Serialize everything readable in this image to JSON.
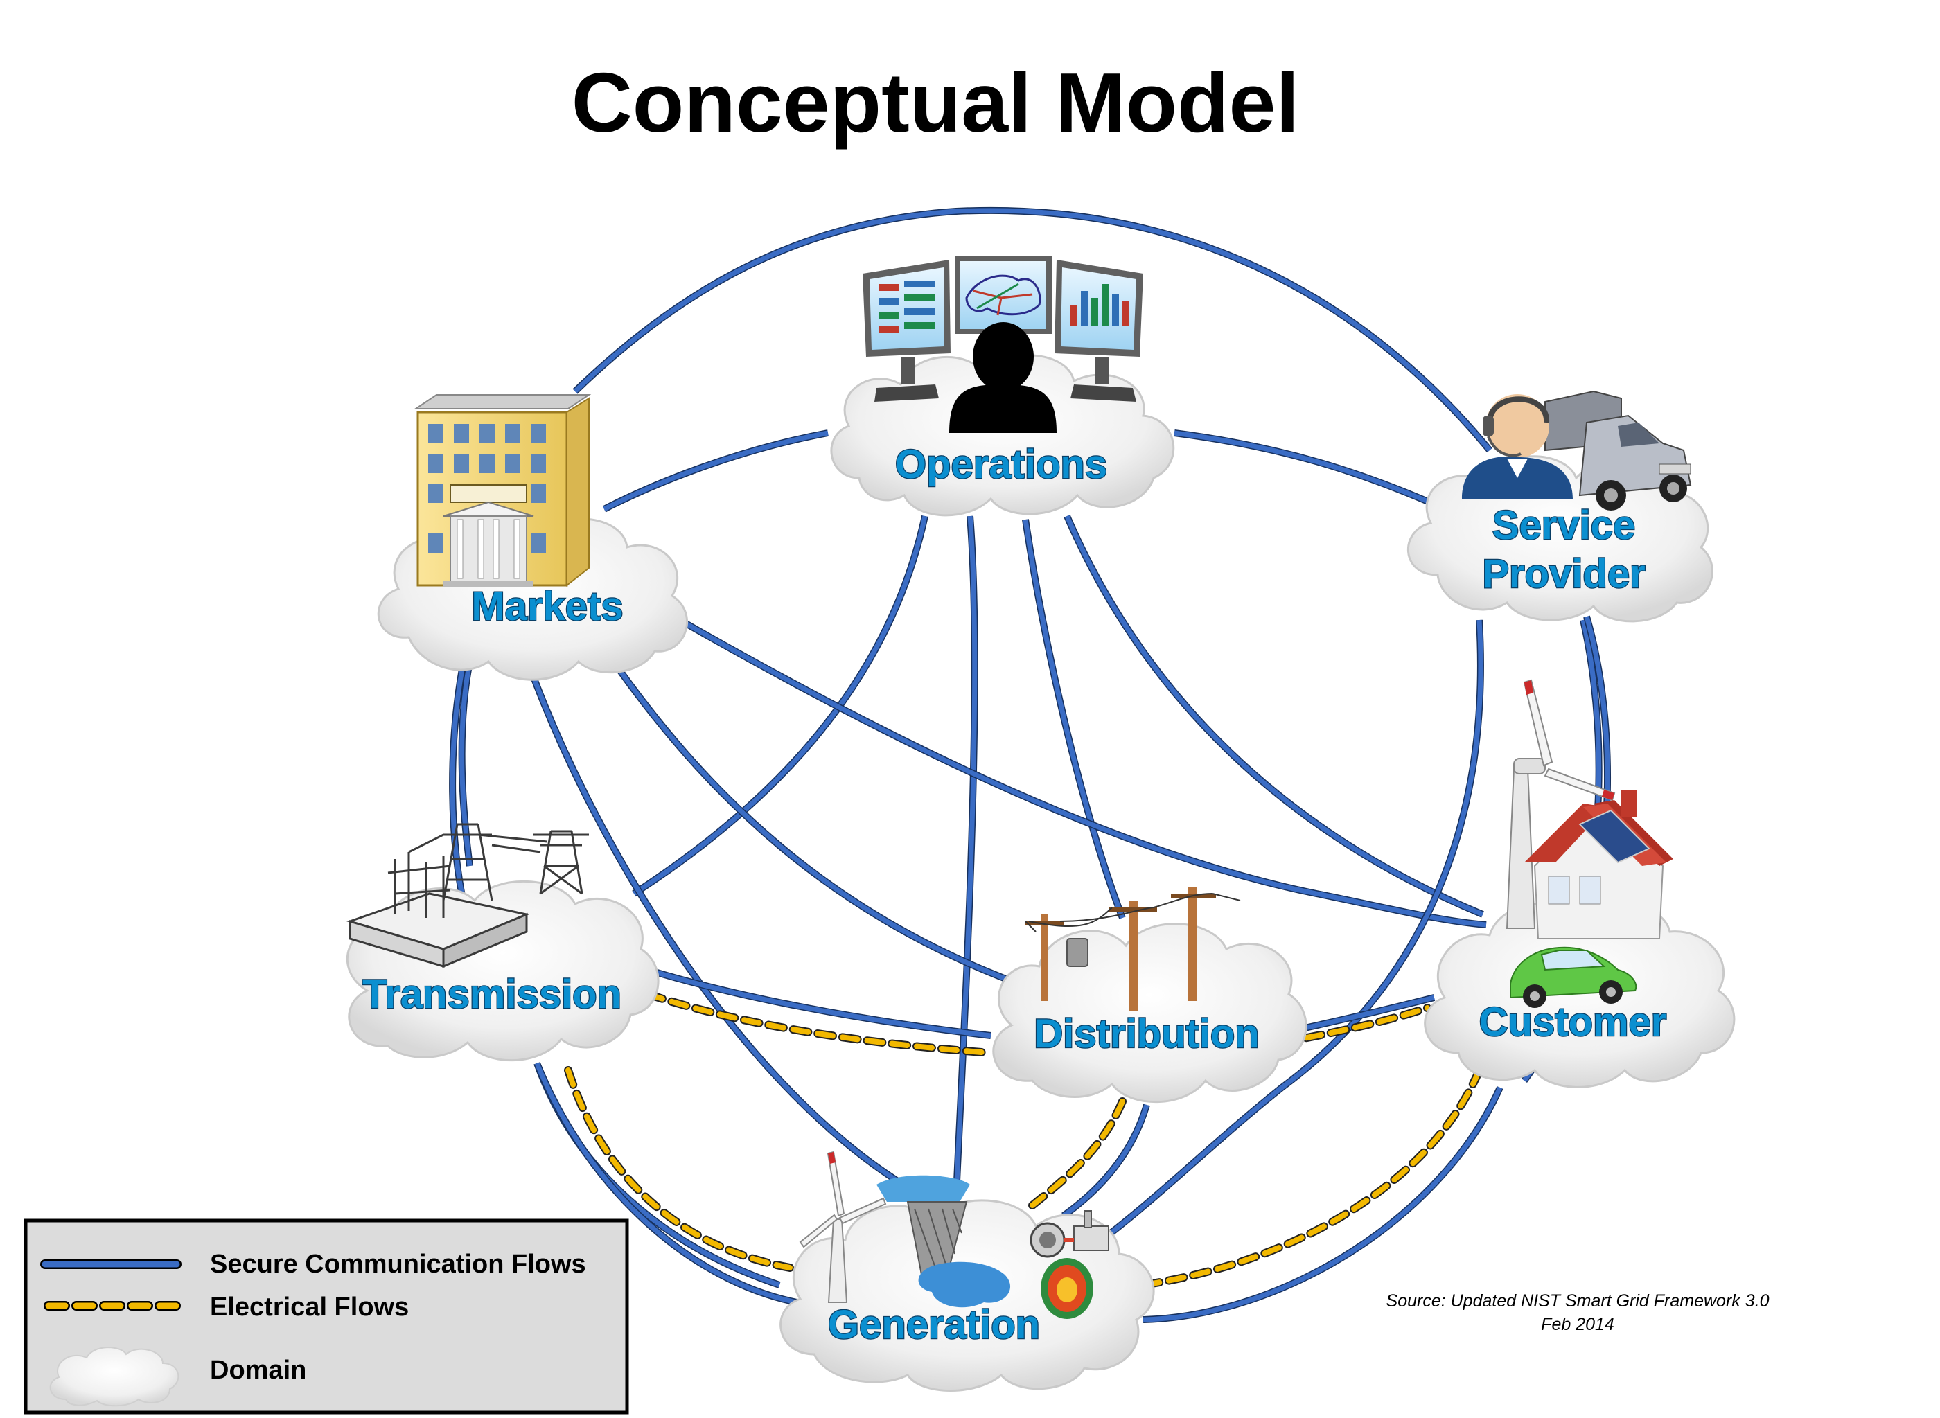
{
  "title": "Conceptual Model",
  "domains": [
    {
      "id": "operations",
      "label_lines": [
        "Operations"
      ],
      "icon": "control-room-icon"
    },
    {
      "id": "markets",
      "label_lines": [
        "Markets"
      ],
      "icon": "market-building-icon"
    },
    {
      "id": "service-provider",
      "label_lines": [
        "Service",
        "Provider"
      ],
      "icon": "service-technician-truck-icon"
    },
    {
      "id": "transmission",
      "label_lines": [
        "Transmission"
      ],
      "icon": "substation-tower-icon"
    },
    {
      "id": "distribution",
      "label_lines": [
        "Distribution"
      ],
      "icon": "utility-poles-icon"
    },
    {
      "id": "customer",
      "label_lines": [
        "Customer"
      ],
      "icon": "house-wind-ev-icon"
    },
    {
      "id": "generation",
      "label_lines": [
        "Generation"
      ],
      "icon": "power-plants-icon"
    }
  ],
  "flows": {
    "communication": [
      [
        "operations",
        "markets"
      ],
      [
        "operations",
        "service-provider"
      ],
      [
        "operations",
        "transmission"
      ],
      [
        "operations",
        "generation"
      ],
      [
        "operations",
        "distribution"
      ],
      [
        "operations",
        "customer"
      ],
      [
        "markets",
        "transmission"
      ],
      [
        "markets",
        "generation"
      ],
      [
        "markets",
        "distribution"
      ],
      [
        "markets",
        "customer"
      ],
      [
        "service-provider",
        "customer"
      ],
      [
        "service-provider",
        "generation"
      ],
      [
        "transmission",
        "distribution"
      ],
      [
        "transmission",
        "generation"
      ],
      [
        "distribution",
        "customer"
      ],
      [
        "distribution",
        "generation"
      ],
      [
        "customer",
        "generation"
      ]
    ],
    "electrical": [
      [
        "transmission",
        "distribution"
      ],
      [
        "distribution",
        "customer"
      ],
      [
        "transmission",
        "generation"
      ],
      [
        "distribution",
        "generation"
      ],
      [
        "customer",
        "generation"
      ]
    ]
  },
  "legend": {
    "items": [
      {
        "key": "communication",
        "label": "Secure Communication Flows"
      },
      {
        "key": "electrical",
        "label": "Electrical Flows"
      },
      {
        "key": "domain",
        "label": "Domain"
      }
    ]
  },
  "source": {
    "line1": "Source:  Updated NIST Smart Grid Framework 3.0",
    "line2": "Feb 2014"
  },
  "colors": {
    "communication": "#3a6cc4",
    "electrical": "#f2b800",
    "label_fill": "#0b8fd0",
    "cloud": "#f2f2f2"
  }
}
